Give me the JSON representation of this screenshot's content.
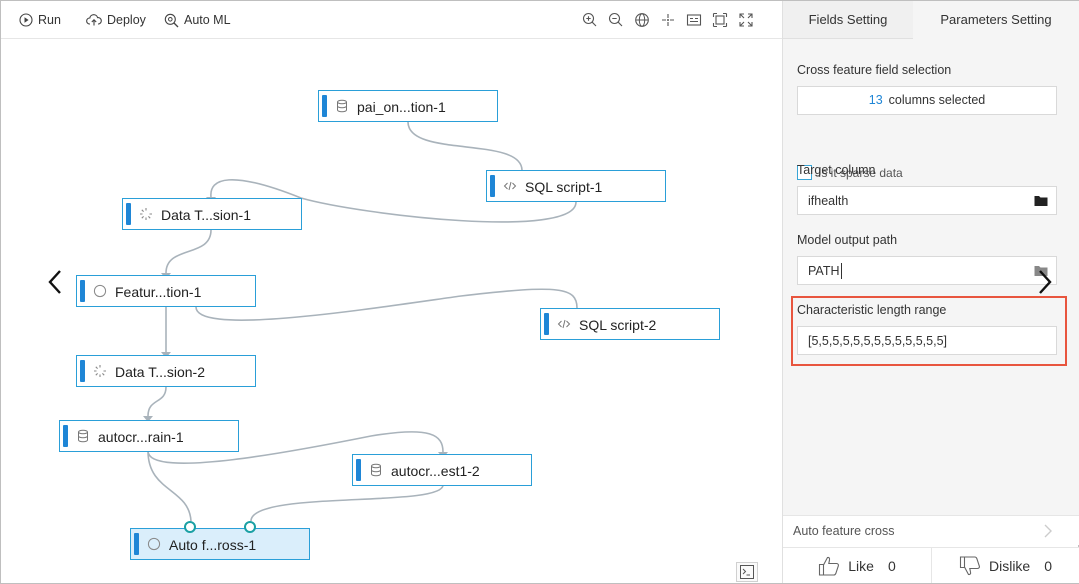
{
  "toolbar": {
    "run_label": "Run",
    "deploy_label": "Deploy",
    "automl_label": "Auto ML",
    "icons": [
      "zoom-in-icon",
      "zoom-out-icon",
      "globe-icon",
      "fit-center-icon",
      "minimap-icon",
      "fit-frame-icon",
      "fullscreen-icon"
    ]
  },
  "canvas": {
    "nodes": [
      {
        "label": "pai_on...tion-1",
        "icon": "database-icon"
      },
      {
        "label": "SQL script-1",
        "icon": "code-icon"
      },
      {
        "label": "Data T...sion-1",
        "icon": "spinner-icon"
      },
      {
        "label": "Featur...tion-1",
        "icon": "circle-icon"
      },
      {
        "label": "SQL script-2",
        "icon": "code-icon"
      },
      {
        "label": "Data T...sion-2",
        "icon": "spinner-icon"
      },
      {
        "label": "autocr...rain-1",
        "icon": "database-icon"
      },
      {
        "label": "autocr...est1-2",
        "icon": "database-icon"
      },
      {
        "label": "Auto f...ross-1",
        "icon": "circle-icon",
        "selected": true
      }
    ]
  },
  "panel": {
    "tabs": [
      {
        "label": "Fields Setting"
      },
      {
        "label": "Parameters Setting",
        "active": true
      }
    ],
    "cross_feature": {
      "label": "Cross feature field selection",
      "count": "13",
      "suffix": "columns selected"
    },
    "sparse": {
      "label": "Is it sparse data",
      "checked": false
    },
    "target_column": {
      "label": "Target column",
      "value": "ifhealth"
    },
    "model_output": {
      "label": "Model output path",
      "value": "PATH"
    },
    "length_range": {
      "label": "Characteristic length range",
      "value": "[5,5,5,5,5,5,5,5,5,5,5,5,5]"
    },
    "auto_feature_cross": {
      "label": "Auto feature cross"
    },
    "feedback": {
      "like_label": "Like",
      "like_count": "0",
      "dislike_label": "Dislike",
      "dislike_count": "0"
    }
  },
  "colors": {
    "accent": "#1f86d6",
    "node_border": "#2a9fd8",
    "port": "#1aa0a4",
    "highlight": "#e8553e",
    "selected_node_bg": "#daeefb"
  }
}
